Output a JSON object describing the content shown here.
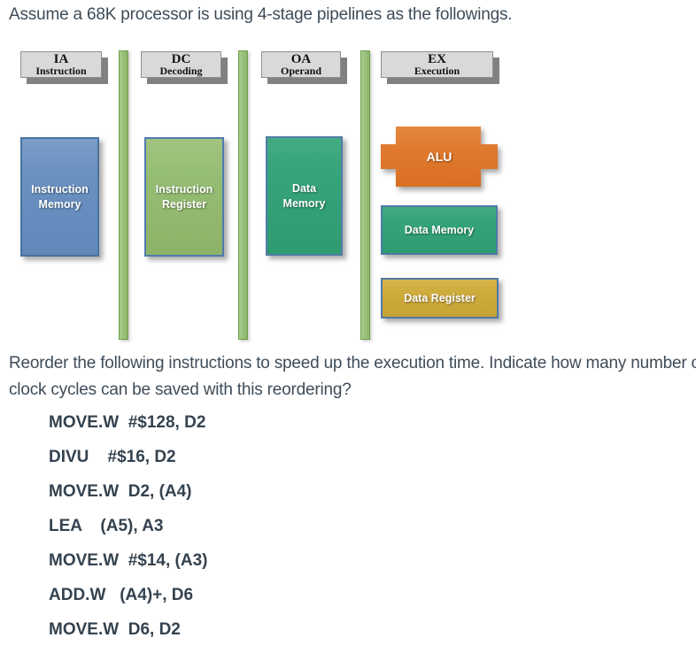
{
  "document": {
    "title": "Assume a 68K processor is using 4-stage pipelines as the followings.",
    "question": {
      "line1": "Reorder the following instructions to speed up the execution time. Indicate how many number of",
      "line2": "clock cycles can be saved with this reordering?"
    }
  },
  "pipeline_diagram": {
    "stages": [
      {
        "abbr": "IA",
        "name": "Instruction"
      },
      {
        "abbr": "DC",
        "name": "Decoding"
      },
      {
        "abbr": "OA",
        "name": "Operand"
      },
      {
        "abbr": "EX",
        "name": "Execution"
      }
    ],
    "blocks": {
      "ia_block": "Instruction Memory",
      "dc_block": "Instruction Register",
      "oa_block": "Data Memory",
      "ex_alu": "ALU",
      "ex_data_memory": "Data Memory",
      "ex_data_register": "Data Register"
    },
    "colors": {
      "stage_header_bg": "#d9d9d9",
      "stage_header_shadow": "#818181",
      "divider_green": "#9cc37e",
      "divider_border": "#6f9e49",
      "instruction_memory_blue": "#6b91c1",
      "instruction_register_green": "#96bd74",
      "data_memory_teal": "#36a47b",
      "alu_orange": "#e0792e",
      "data_register_gold": "#cfac3e",
      "block_border_blue": "#4f7ab0",
      "body_text": "#3e4c59"
    }
  },
  "instructions": [
    "MOVE.W  #$128, D2",
    "DIVU    #$16, D2",
    "MOVE.W  D2, (A4)",
    "LEA    (A5), A3",
    "MOVE.W  #$14, (A3)",
    "ADD.W   (A4)+, D6",
    "MOVE.W  D6, D2"
  ]
}
